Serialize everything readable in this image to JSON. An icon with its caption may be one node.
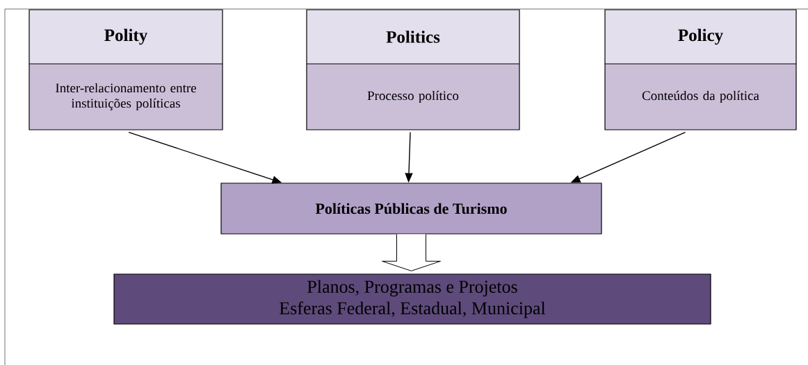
{
  "diagram": {
    "nodes": [
      {
        "text": [
          "Polity",
          "Inter-relacionamento entre instituições políticas"
        ]
      },
      {
        "text": [
          "Politics",
          "Processo político"
        ]
      },
      {
        "text": [
          "Policy",
          "Conteúdos da política"
        ]
      },
      {
        "text": [
          "Políticas Públicas de Turismo"
        ]
      },
      {
        "text": [
          "Planos, Programas e Projetos",
          "Esferas Federal, Estadual, Municipal"
        ]
      }
    ],
    "edges": [
      {
        "from": 0,
        "to": 3,
        "arrow": "to"
      },
      {
        "from": 1,
        "to": 3,
        "arrow": "to"
      },
      {
        "from": 2,
        "to": 3,
        "arrow": "to"
      },
      {
        "from": 3,
        "to": 4,
        "arrow": "to",
        "style": "thick"
      }
    ]
  }
}
